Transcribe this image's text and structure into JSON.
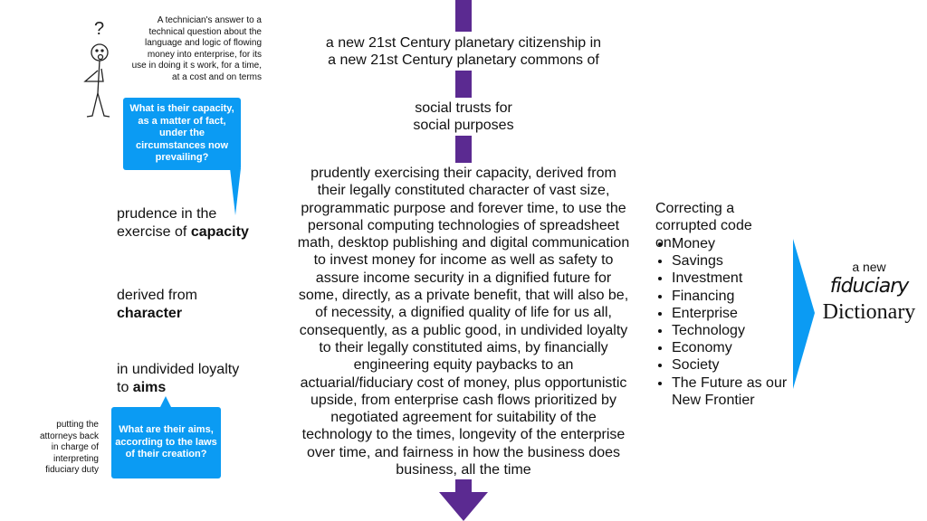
{
  "intro": "A technician's answer to a technical question about the language and logic of flowing money into enterprise, for its use in doing it s work, for a time, at a cost and on terms",
  "bubble_capacity": "What is their capacity, as a matter of fact, under the circumstances now prevailing?",
  "bubble_aims": "What are their aims, according to the laws of their creation?",
  "attorneys_note": "putting the attorneys back in charge of interpreting fiduciary duty",
  "left_labels": {
    "capacity_pre": "prudence in the exercise of ",
    "capacity_bold": "capacity",
    "character_pre": "derived from",
    "character_bold": "character",
    "aims_pre": "in undivided loyalty to ",
    "aims_bold": "aims"
  },
  "center": {
    "line1": "a new 21st Century planetary citizenship in",
    "line2": "a new 21st Century planetary commons of",
    "trusts1": "social trusts for",
    "trusts2": "social purposes",
    "paragraph": "prudently exercising their capacity, derived from their legally constituted character of vast size, programmatic purpose and forever time, to use the personal computing technologies of spreadsheet math, desktop publishing and digital communication to invest money for income as well as safety to assure income security in a dignified future for some, directly, as a private benefit, that will also be, of necessity, a dignified quality of life for us all, consequently, as a public good, in undivided loyalty to their legally constituted aims, by financially engineering equity paybacks to an actuarial/fiduciary cost of money, plus opportunistic upside, from enterprise cash flows prioritized by negotiated agreement for suitability of the technology to the times, longevity of the enterprise over time, and fairness in how the business does business, all the time"
  },
  "right": {
    "heading": "Correcting a corrupted code on:",
    "items": [
      "Money",
      "Savings",
      "Investment",
      "Financing",
      "Enterprise",
      "Technology",
      "Economy",
      "Society",
      "The Future as our New Frontier"
    ]
  },
  "dictionary": {
    "a_new": "a new",
    "fiduciary": "fiduciary",
    "dictionary": "Dictionary"
  },
  "colors": {
    "purple": "#5b2a91",
    "blue": "#0b9bf3"
  }
}
